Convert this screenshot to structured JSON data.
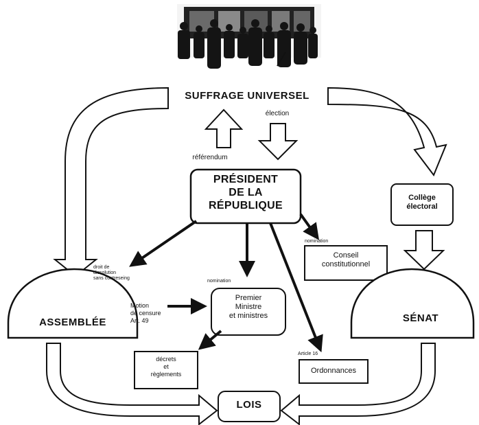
{
  "nodes": {
    "suffrage": "SUFFRAGE UNIVERSEL",
    "president": [
      "PRÉSIDENT",
      "DE LA",
      "RÉPUBLIQUE"
    ],
    "college": [
      "Collège",
      "électoral"
    ],
    "assemblee": "ASSEMBLÉE",
    "senat": "SÉNAT",
    "premier": [
      "Premier",
      "Ministre",
      "et ministres"
    ],
    "conseil": [
      "Conseil",
      "constitutionnel"
    ],
    "decrets": [
      "décrets",
      "et",
      "règlements"
    ],
    "ordonnances": "Ordonnances",
    "lois": "LOIS"
  },
  "labels": {
    "election": "élection",
    "referendum": "référendum",
    "dissolution": [
      "droit de",
      "dissolution",
      "sans contreseing"
    ],
    "nomination_premier": "nomination",
    "nomination_conseil": "nomination",
    "motion": [
      "Motion",
      "de censure",
      "Art. 49"
    ],
    "article16": "Article 16"
  },
  "colors": {
    "ink": "#111111",
    "paper": "#ffffff"
  }
}
